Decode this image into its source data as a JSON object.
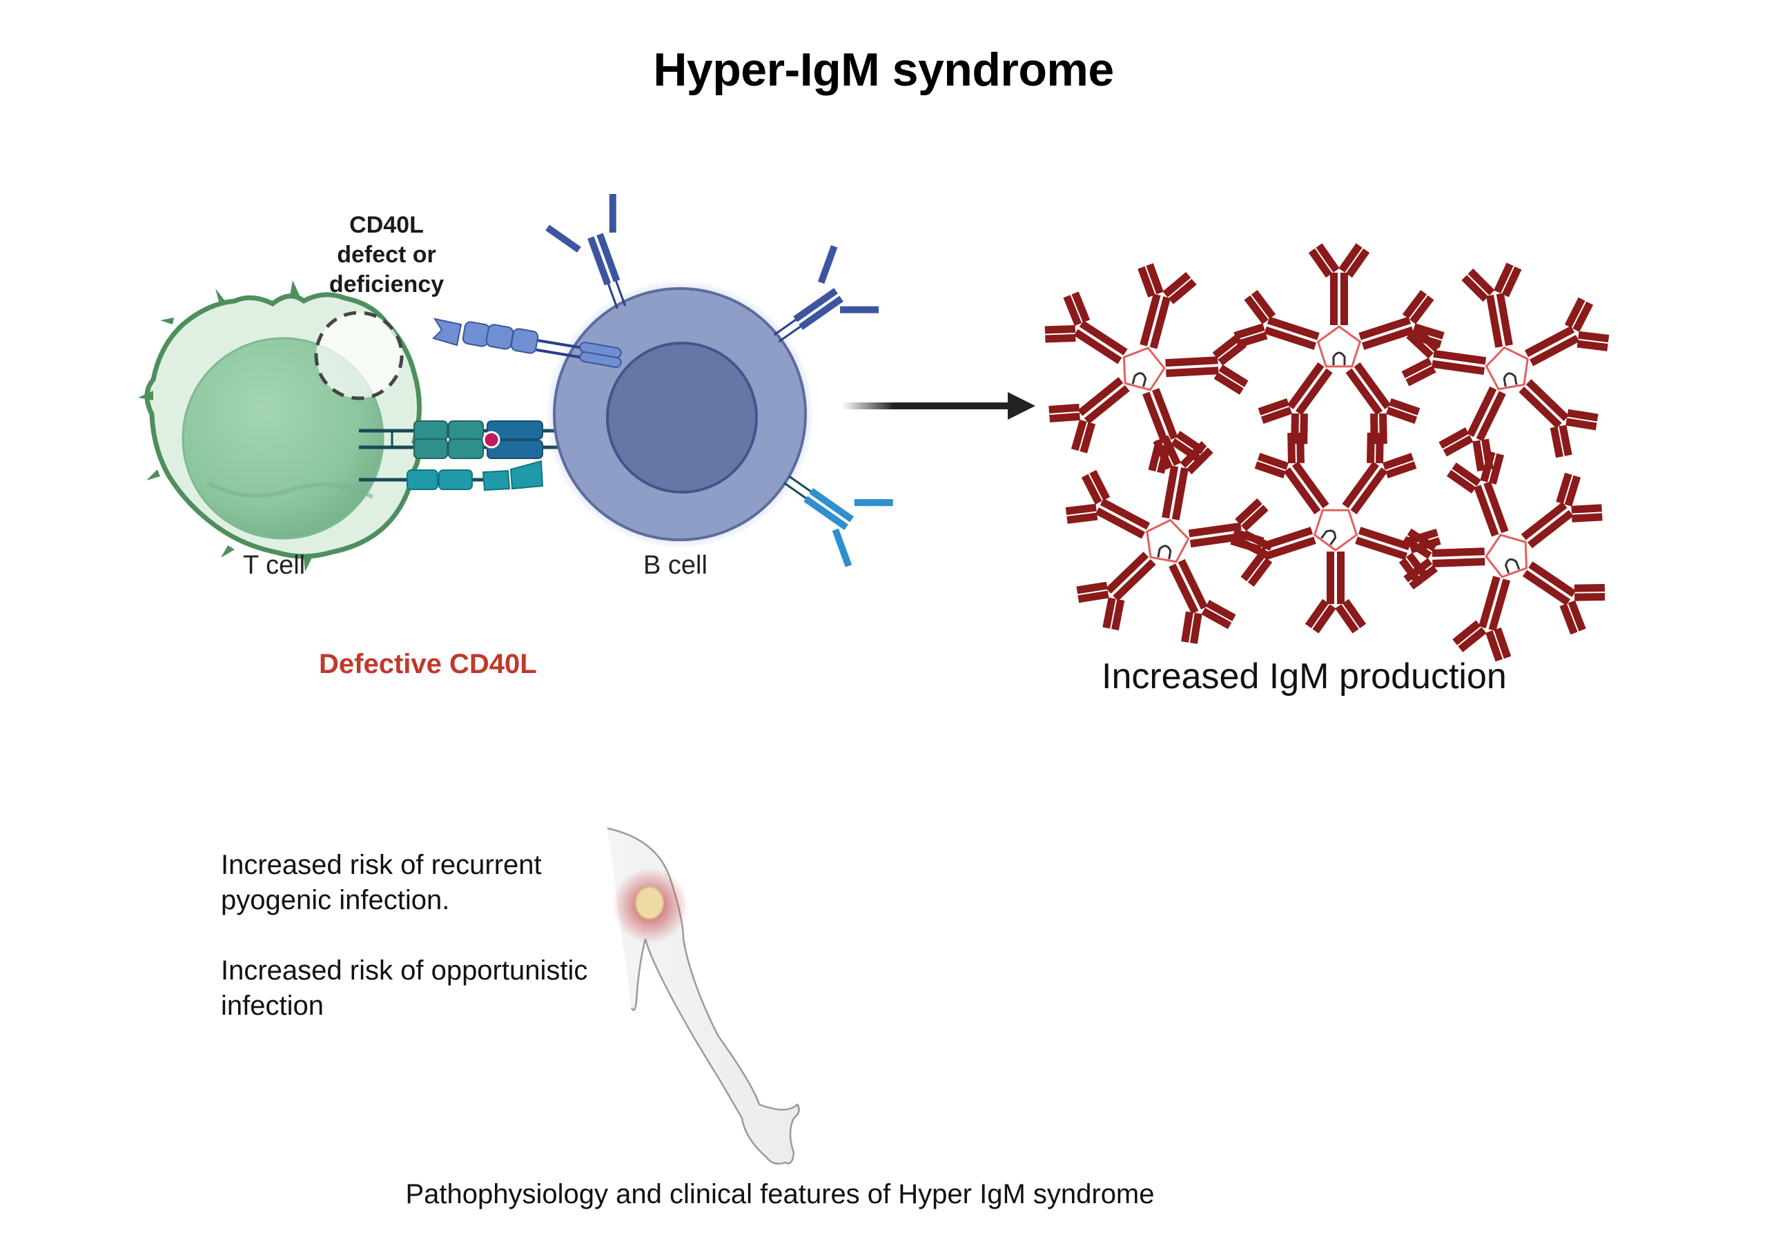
{
  "title": "Hyper-IgM syndrome",
  "diagram": {
    "defect_note": [
      "CD40L",
      "defect or",
      "deficiency"
    ],
    "t_cell_label": "T cell",
    "b_cell_label": "B cell",
    "defective_label": "Defective CD40L",
    "outcome_label": "Increased IgM production",
    "igm_pentamer_count": 6,
    "colors": {
      "t_cell": "#8fcaa2",
      "t_cell_outline": "#4e8f5d",
      "b_cell": "#8f9ec6",
      "b_cell_nucleus": "#6676a6",
      "igm": "#8b1a1a",
      "defective_label": "#c0392b",
      "abscess": "#efd9a5"
    }
  },
  "clinical_features": {
    "items": [
      "Increased risk of recurrent pyogenic infection.",
      "Increased risk of opportunistic infection"
    ]
  },
  "caption": "Pathophysiology and clinical features of Hyper IgM syndrome"
}
